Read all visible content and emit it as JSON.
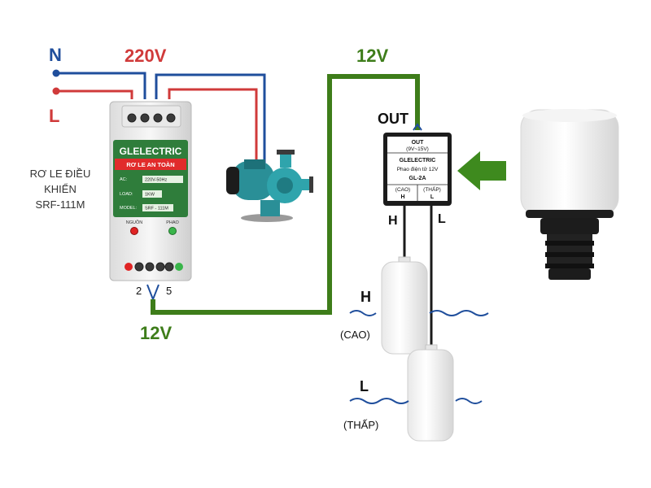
{
  "mains": {
    "neutral_label": "N",
    "line_label": "L",
    "voltage_label": "220V"
  },
  "relay": {
    "caption": [
      "RƠ LE ĐIỀU",
      "KHIỂN",
      "SRF-111M"
    ],
    "brand": "GLELECTRIC",
    "heading": "RƠ LE AN TOÀN",
    "rows": [
      {
        "field": "AC:",
        "value": "220V-50Hz"
      },
      {
        "field": "LOAD:",
        "value": "1KW"
      },
      {
        "field": "MODEL:",
        "value": "SRF - 111M"
      }
    ],
    "led_labels": [
      "NGUỒN",
      "PHAO"
    ],
    "terminal_left": "2",
    "terminal_right": "5"
  },
  "dc_voltage_top": "12V",
  "dc_voltage_bottom": "12V",
  "float_module": {
    "out_label": "OUT",
    "box_out": "OUT",
    "box_range": "(9V~15V)",
    "brand": "GLELECTRIC",
    "desc": "Phao điện tử 12V",
    "model": "GL-2A",
    "col_high": "(CAO)",
    "col_high_letter": "H",
    "col_low": "(THẤP)",
    "col_low_letter": "L",
    "wire_high": "H",
    "wire_low": "L"
  },
  "floats": [
    {
      "letter": "H",
      "caption": "(CAO)"
    },
    {
      "letter": "L",
      "caption": "(THẤP)"
    }
  ],
  "colors": {
    "blue_wire": "#1f4e9c",
    "red_wire": "#d03a3a",
    "green_wire": "#3e7d1a",
    "relay_green": "#2f7d3b",
    "arrow_green": "#3e8a1e",
    "water_blue": "#1f4e9c"
  }
}
